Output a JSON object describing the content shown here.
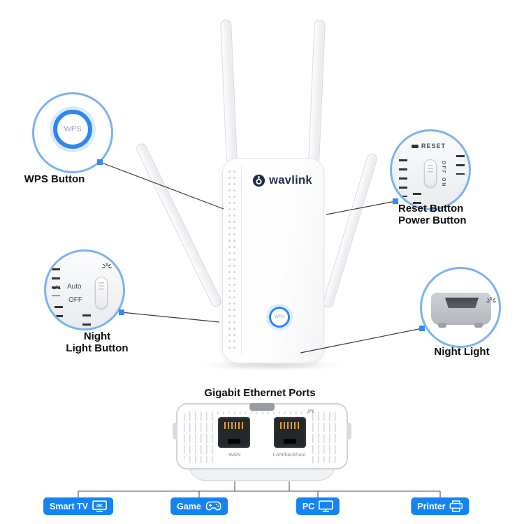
{
  "brand": {
    "logo_text": "wavlink"
  },
  "device": {
    "wps_button": "WPS"
  },
  "callouts": {
    "wps": {
      "ring_text": "WPS",
      "label": "WPS Button"
    },
    "reset": {
      "panel_label": "RESET",
      "switch_text": "OFF ON",
      "lines": [
        "Reset Button",
        "Power Button"
      ]
    },
    "night_button": {
      "auto_label": "Auto",
      "off_label": "OFF",
      "lines": [
        "Night",
        "Light Button"
      ]
    },
    "night_light": {
      "label": "Night Light"
    }
  },
  "ethernet": {
    "title": "Gigabit Ethernet Ports",
    "ports": [
      {
        "label": "WAN"
      },
      {
        "label": "LAN/backhaul"
      }
    ],
    "devices": [
      {
        "label": "Smart TV",
        "icon": "smart-tv-icon",
        "badge": "4K"
      },
      {
        "label": "Game",
        "icon": "game-controller-icon"
      },
      {
        "label": "PC",
        "icon": "pc-monitor-icon"
      },
      {
        "label": "Printer",
        "icon": "printer-icon"
      }
    ]
  },
  "colors": {
    "accent_blue": "#1484f5",
    "callout_ring": "#7ab2f3",
    "logo_navy": "#1e2c4a",
    "connector_dot": "#2b8cf2"
  }
}
